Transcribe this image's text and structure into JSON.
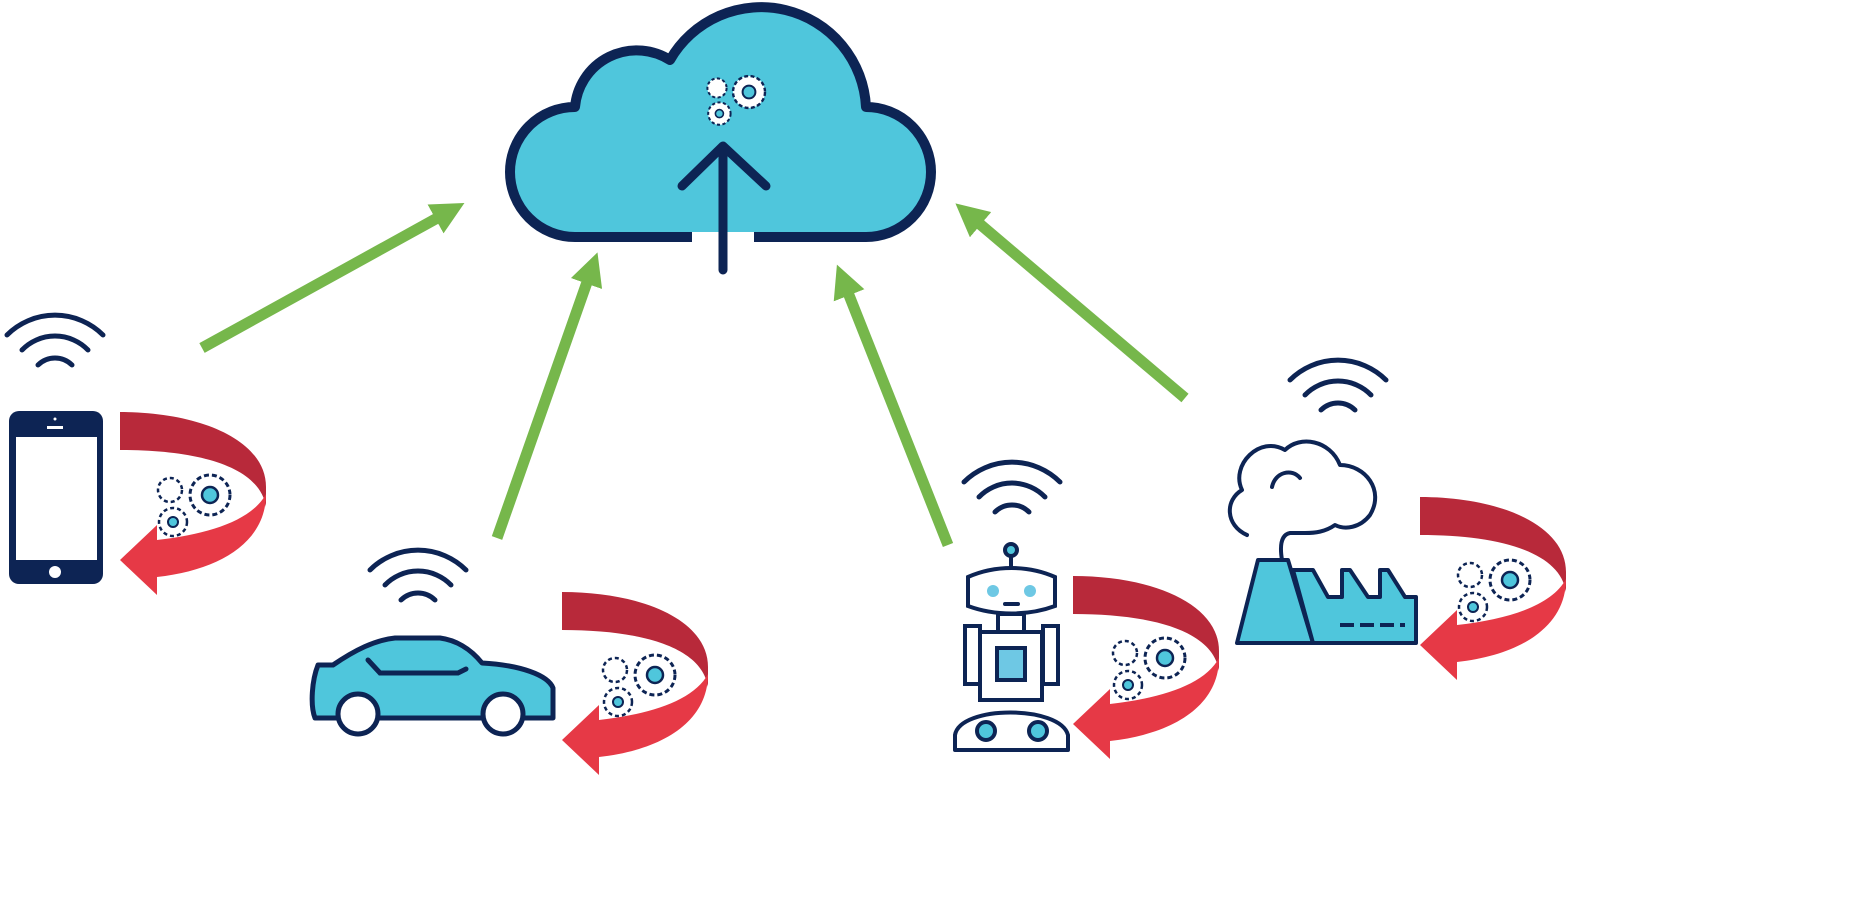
{
  "diagram": {
    "title": "",
    "nodes": [
      {
        "id": "cloud",
        "icon": "cloud-upload-icon"
      },
      {
        "id": "phone",
        "icon": "smartphone-icon"
      },
      {
        "id": "car",
        "icon": "car-icon"
      },
      {
        "id": "robot",
        "icon": "robot-icon"
      },
      {
        "id": "factory",
        "icon": "factory-icon"
      }
    ],
    "edges": [
      {
        "from": "phone",
        "to": "cloud"
      },
      {
        "from": "car",
        "to": "cloud"
      },
      {
        "from": "robot",
        "to": "cloud"
      },
      {
        "from": "factory",
        "to": "cloud"
      }
    ]
  },
  "colors": {
    "navy": "#0D2454",
    "cyan": "#4FC6DC",
    "green": "#76B74B",
    "dark_red": "#B8293A",
    "red": "#E63946"
  }
}
